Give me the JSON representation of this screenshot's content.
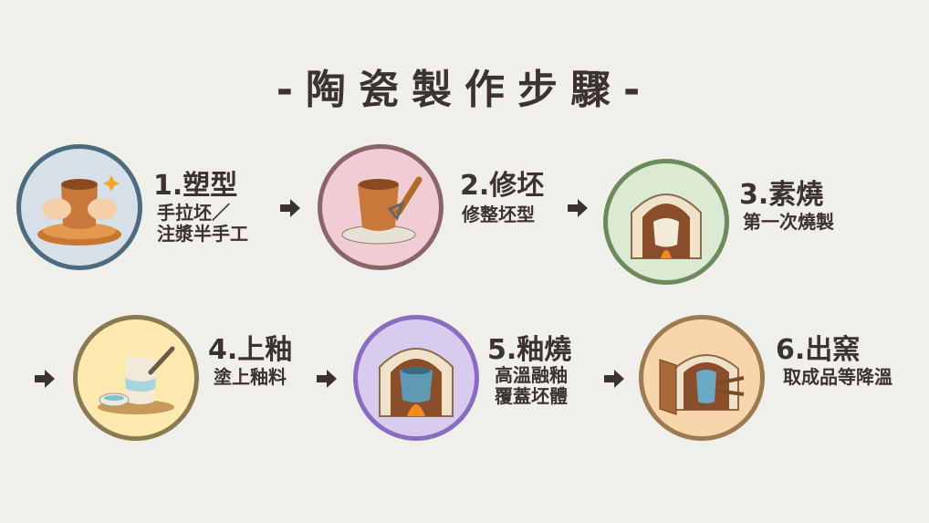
{
  "title": "-陶瓷製作步驟-",
  "steps": [
    {
      "title": "1.塑型",
      "desc": "手拉坯／\n注漿半手工",
      "icon": "pottery-wheel-hands-icon",
      "border": "#4c6a80",
      "fill": "#d6e0e8"
    },
    {
      "title": "2.修坯",
      "desc": "修整坯型",
      "icon": "trimming-tool-icon",
      "border": "#8a6468",
      "fill": "#efcdd3"
    },
    {
      "title": "3.素燒",
      "desc": "第一次燒製",
      "icon": "kiln-bisque-icon",
      "border": "#6c8a5c",
      "fill": "#dbead2"
    },
    {
      "title": "4.上釉",
      "desc": "塗上釉料",
      "icon": "glazing-brush-icon",
      "border": "#8a7a52",
      "fill": "#fbe9ad"
    },
    {
      "title": "5.釉燒",
      "desc": "高溫融釉\n覆蓋坯體",
      "icon": "kiln-glaze-icon",
      "border": "#8a6cc2",
      "fill": "#d8ccee"
    },
    {
      "title": "6.出窯",
      "desc": "取成品等降溫",
      "icon": "kiln-open-icon",
      "border": "#9c7a52",
      "fill": "#f8d5aa"
    }
  ]
}
